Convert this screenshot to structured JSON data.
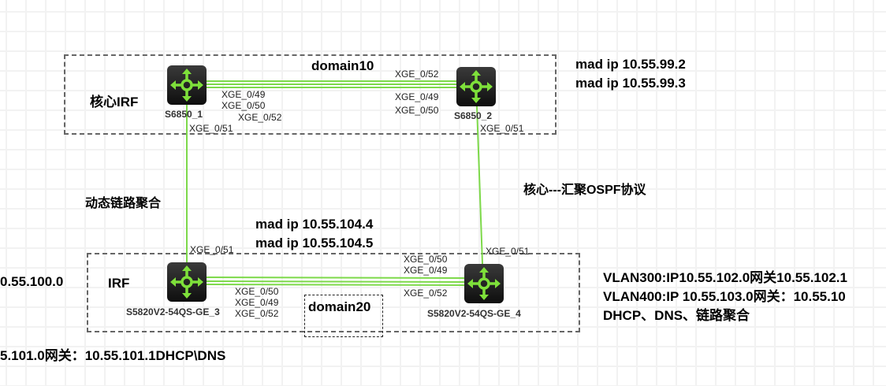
{
  "top_group": {
    "label": "核心IRF",
    "domain": "domain10",
    "mad": [
      "mad ip 10.55.99.2",
      "mad ip 10.55.99.3"
    ]
  },
  "bottom_group": {
    "label": "IRF",
    "domain": "domain20",
    "mad": [
      "mad ip 10.55.104.4",
      "mad ip 10.55.104.5"
    ]
  },
  "devices": {
    "s1": "S6850_1",
    "s2": "S6850_2",
    "s3": "S5820V2-54QS-GE_3",
    "s4": "S5820V2-54QS-GE_4"
  },
  "ports": {
    "s1_a": "XGE_0/49",
    "s1_b": "XGE_0/50",
    "s1_c": "XGE_0/52",
    "s1_d": "XGE_0/51",
    "s2_a": "XGE_0/52",
    "s2_b": "XGE_0/49",
    "s2_c": "XGE_0/50",
    "s2_d": "XGE_0/51",
    "s3_up": "XGE_0/51",
    "s3_a": "XGE_0/50",
    "s3_b": "XGE_0/49",
    "s3_c": "XGE_0/52",
    "s4_up": "XGE_0/51",
    "s4_a": "XGE_0/50",
    "s4_b": "XGE_0/49",
    "s4_c": "XGE_0/52"
  },
  "annotations": {
    "left_link": "动态链路聚合",
    "right_link": "核心---汇聚OSPF协议",
    "vlan300": "VLAN300:IP10.55.102.0网关10.55.102.1",
    "vlan400": "VLAN400:IP 10.55.103.0网关：10.55.10",
    "services": "DHCP、DNS、链路聚合",
    "left_net1": "0.55.100.0",
    "left_net2": "5.101.0网关：10.55.101.1DHCP\\DNS"
  },
  "colors": {
    "link": "#7dd94a",
    "icon": "#7ee03a"
  }
}
